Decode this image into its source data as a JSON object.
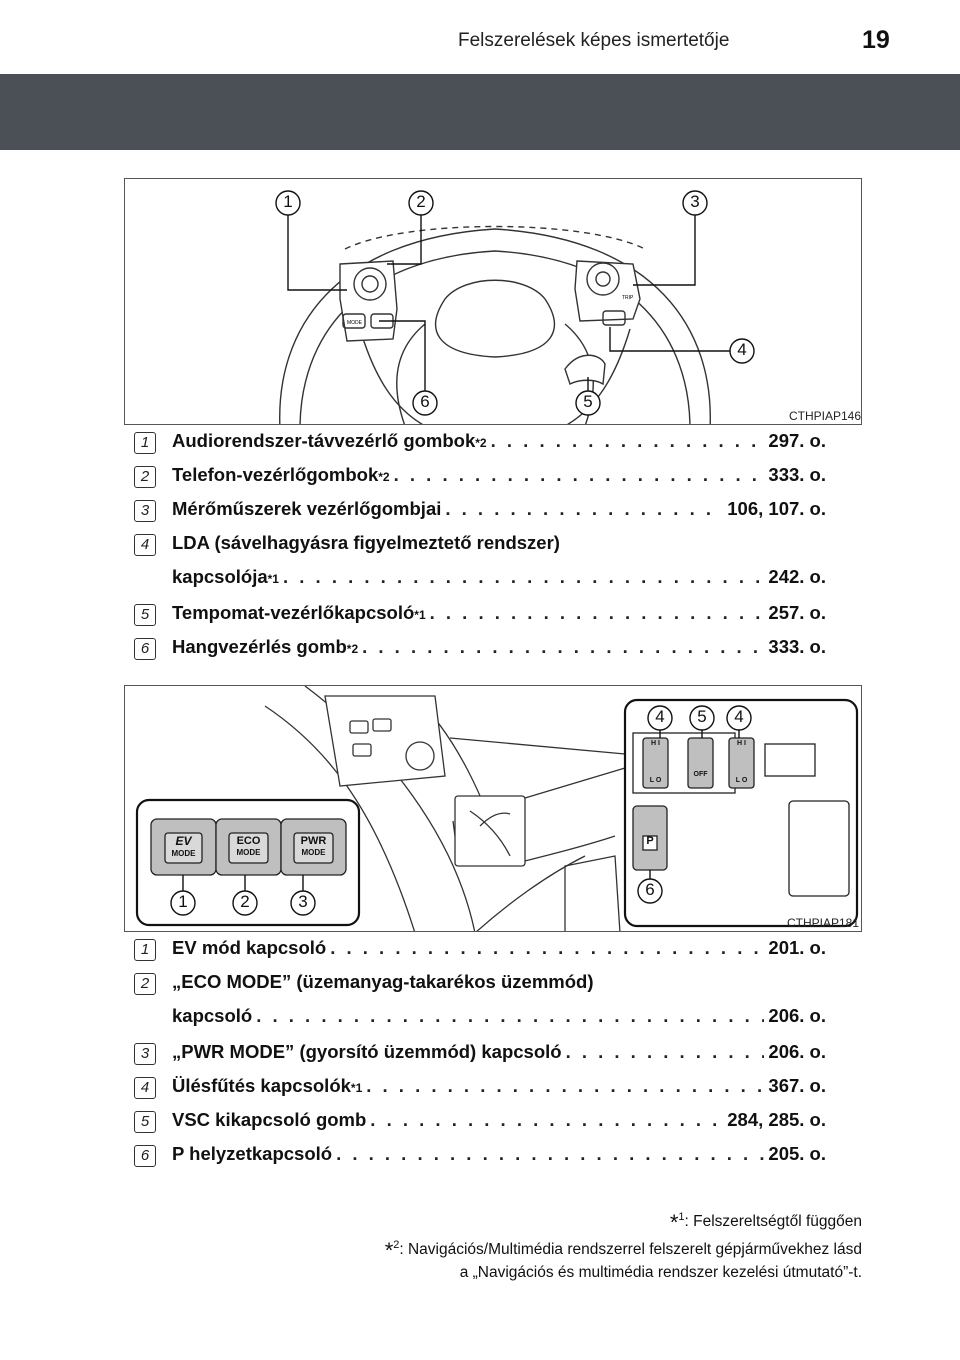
{
  "header": {
    "title": "Felszerelések képes ismertetője",
    "page_number": "19"
  },
  "figure1": {
    "code": "CTHPIAP146",
    "callouts": [
      "1",
      "2",
      "3",
      "4",
      "5",
      "6"
    ],
    "button_labels": [
      "MODE",
      "TRIP"
    ]
  },
  "list1": [
    {
      "num": "1",
      "text": "Audiorendszer-távvezérlő gombok",
      "note": "*2",
      "page": "297. o."
    },
    {
      "num": "2",
      "text": "Telefon-vezérlőgombok",
      "note": "*2",
      "page": "333. o."
    },
    {
      "num": "3",
      "text": "Mérőműszerek vezérlőgombjai",
      "note": "",
      "page": "106, 107. o."
    },
    {
      "num": "4",
      "line1": "LDA (sávelhagyásra figyelmeztető rendszer)",
      "text": "kapcsolója",
      "note": "*1",
      "page": "242. o."
    },
    {
      "num": "5",
      "text": "Tempomat-vezérlőkapcsoló",
      "note": "*1",
      "page": "257. o."
    },
    {
      "num": "6",
      "text": "Hangvezérlés gomb",
      "note": "*2",
      "page": "333. o."
    }
  ],
  "figure2": {
    "code": "CTHPIAP181",
    "callouts": [
      "1",
      "2",
      "3",
      "4",
      "5",
      "4",
      "6"
    ],
    "button_labels": {
      "ev": "EV",
      "ev_mode": "MODE",
      "eco": "ECO",
      "eco_mode": "MODE",
      "pwr": "PWR",
      "pwr_mode": "MODE",
      "hi": "H I",
      "lo": "L O",
      "off": "OFF",
      "p": "P"
    }
  },
  "list2": [
    {
      "num": "1",
      "text": "EV mód kapcsoló",
      "note": "",
      "page": "201. o."
    },
    {
      "num": "2",
      "line1": "„ECO MODE” (üzemanyag-takarékos üzemmód)",
      "text": "kapcsoló",
      "note": "",
      "page": "206. o."
    },
    {
      "num": "3",
      "text": "„PWR MODE” (gyorsító üzemmód) kapcsoló",
      "note": "",
      "page": "206. o."
    },
    {
      "num": "4",
      "text": "Ülésfűtés kapcsolók",
      "note": "*1",
      "page": "367. o."
    },
    {
      "num": "5",
      "text": "VSC kikapcsoló gomb",
      "note": "",
      "page": "284, 285. o."
    },
    {
      "num": "6",
      "text": "P helyzetkapcsoló",
      "note": "",
      "page": "205. o."
    }
  ],
  "footnotes": {
    "n1_mark": "*",
    "n1_num": "1",
    "n1_text": ": Felszereltségtől függően",
    "n2_mark": "*",
    "n2_num": "2",
    "n2_text": ": Navigációs/Multimédia rendszerrel felszerelt gépjárművekhez lásd",
    "n2_line2": "a „Navigációs és multimédia rendszer kezelési útmutató”-t."
  }
}
